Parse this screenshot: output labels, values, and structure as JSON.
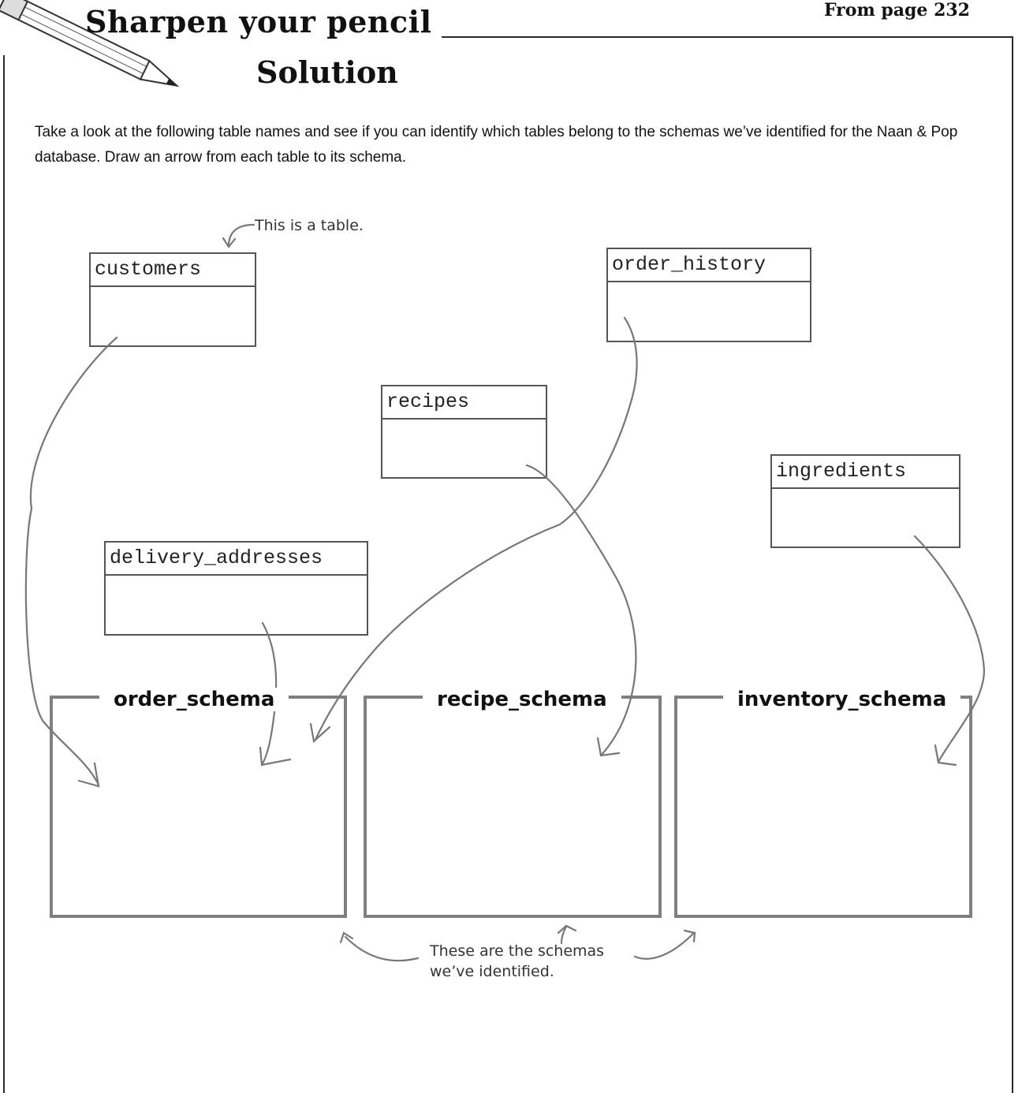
{
  "header": {
    "from_page": "From page 232",
    "title_line1": "Sharpen your pencil",
    "title_line2": "Solution"
  },
  "instructions": "Take a look at the following table names and see if you can identify which tables belong to the schemas we’ve identified for the Naan & Pop database. Draw an arrow from each table to its schema.",
  "annotations": {
    "table_note": "This is a table.",
    "schema_note_line1": "These are the schemas",
    "schema_note_line2": "we’ve identified."
  },
  "tables": [
    "customers",
    "order_history",
    "recipes",
    "ingredients",
    "delivery_addresses"
  ],
  "schemas": [
    "order_schema",
    "recipe_schema",
    "inventory_schema"
  ],
  "colors": {
    "line": "#777777",
    "schema_border": "#808080",
    "table_border": "#555555"
  }
}
